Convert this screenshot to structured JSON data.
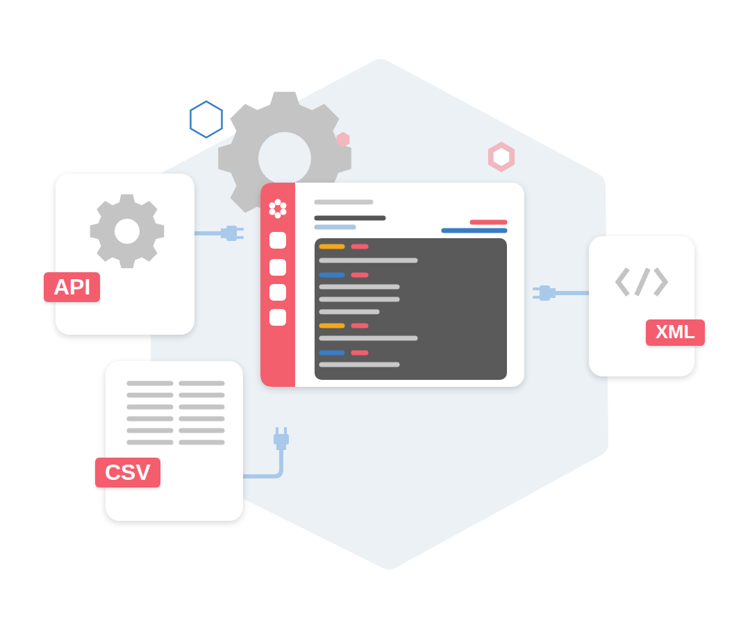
{
  "diagram": {
    "nodes": [
      {
        "text": [
          "API"
        ]
      },
      {
        "text": [
          "XML"
        ]
      },
      {
        "text": [
          "CSV"
        ]
      }
    ]
  }
}
